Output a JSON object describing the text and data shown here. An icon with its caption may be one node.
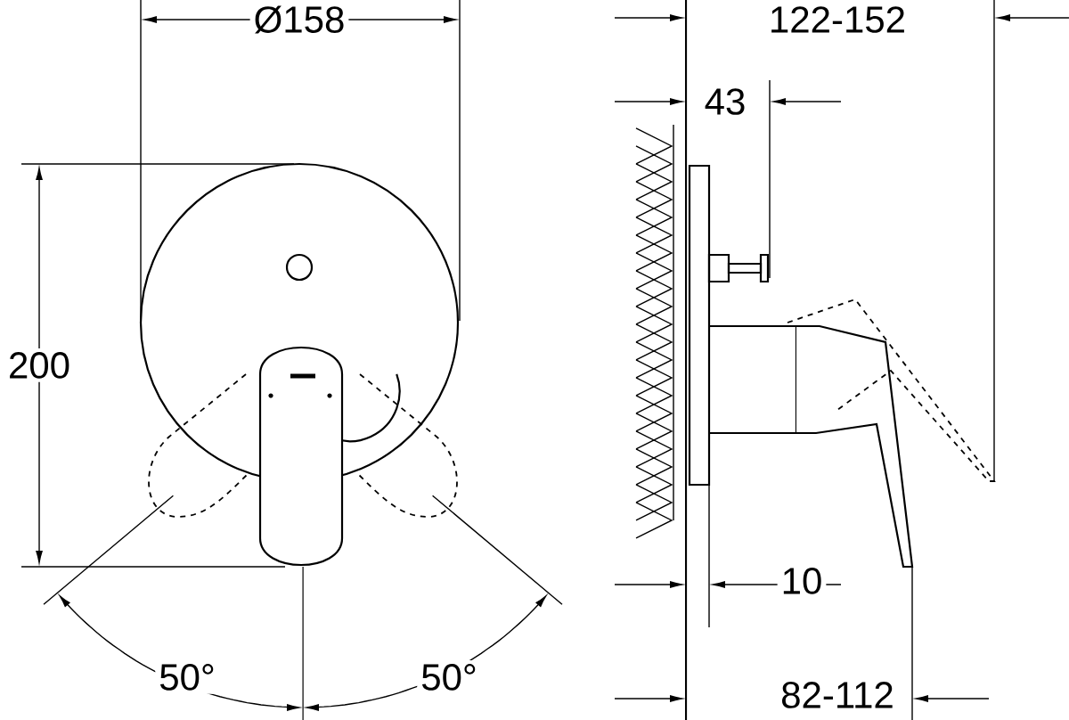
{
  "diagram": {
    "labels": [
      "Ø158",
      "122-152",
      "43",
      "200",
      "10",
      "50°",
      "50°",
      "82-112"
    ]
  }
}
